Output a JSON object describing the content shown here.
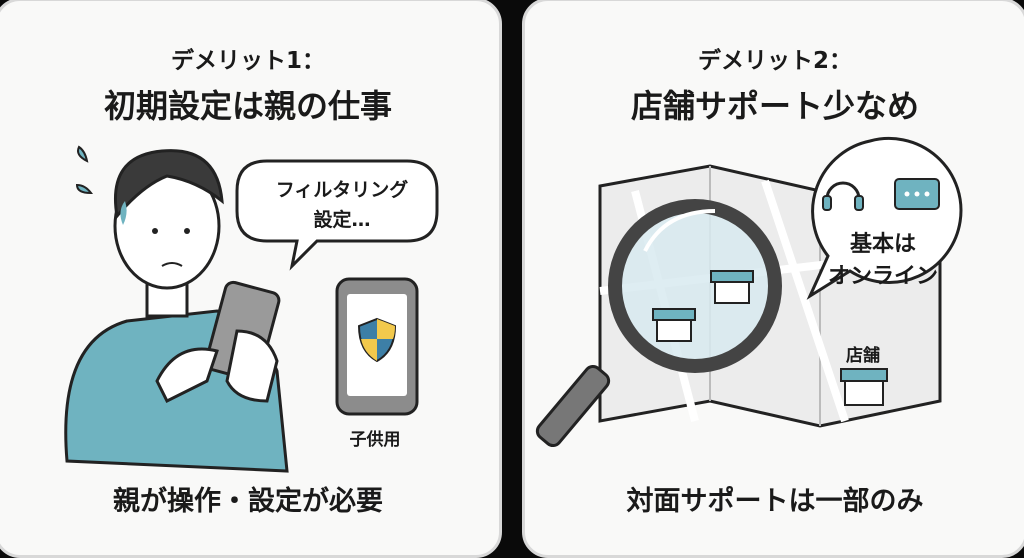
{
  "panels": [
    {
      "heading": "デメリット1：",
      "title": "初期設定は親の仕事",
      "speech": [
        "フィルタリング",
        "設定…"
      ],
      "phone_label": "子供用",
      "footer": "親が操作・設定が必要"
    },
    {
      "heading": "デメリット2：",
      "title": "店舗サポート少なめ",
      "speech": [
        "基本は",
        "オンライン"
      ],
      "map_label": "店舗",
      "footer": "対面サポートは一部のみ"
    }
  ],
  "colors": {
    "accent": "#6fb3c0",
    "shield_blue": "#3d7fa6",
    "shield_yellow": "#f2c94c",
    "ink": "#1a1a1a"
  }
}
